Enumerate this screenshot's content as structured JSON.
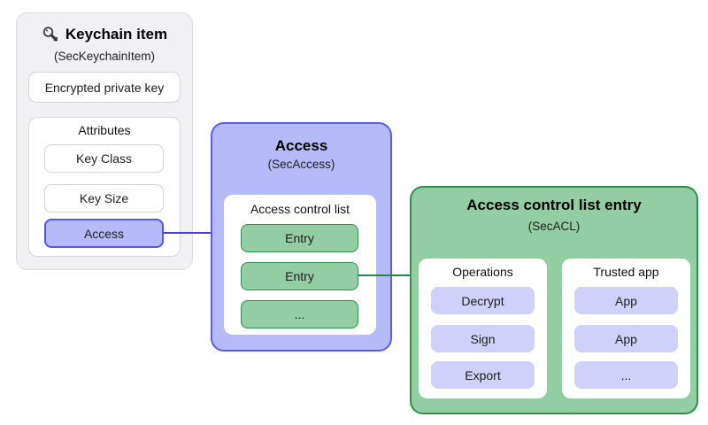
{
  "keychain_item": {
    "title": "Keychain item",
    "subtitle": "(SecKeychainItem)",
    "encrypted_private_key": "Encrypted private key",
    "attributes": {
      "title": "Attributes",
      "items": [
        "Key Class",
        "Key Size",
        "Access"
      ]
    }
  },
  "access": {
    "title": "Access",
    "subtitle": "(SecAccess)",
    "access_control_list": {
      "title": "Access control list",
      "entries": [
        "Entry",
        "Entry",
        "..."
      ]
    }
  },
  "acl_entry": {
    "title": "Access control list entry",
    "subtitle": "(SecACL)",
    "operations": {
      "title": "Operations",
      "items": [
        "Decrypt",
        "Sign",
        "Export"
      ]
    },
    "trusted_app": {
      "title": "Trusted app",
      "items": [
        "App",
        "App",
        "..."
      ]
    }
  },
  "icons": {
    "keychain_item": "key-icon"
  },
  "colors": {
    "keychain_box_fill": "#f1f1f3",
    "access_box_fill": "#b6baf8",
    "access_box_border": "#5b5bf1",
    "acl_entry_box_fill": "#92cda3",
    "acl_entry_box_border": "#2f9150",
    "entry_chip_fill": "#92cda3",
    "operation_chip_fill": "#d0d1fa",
    "access_connector_line": "#4040d9",
    "entry_connector_line": "#1f8c41"
  }
}
